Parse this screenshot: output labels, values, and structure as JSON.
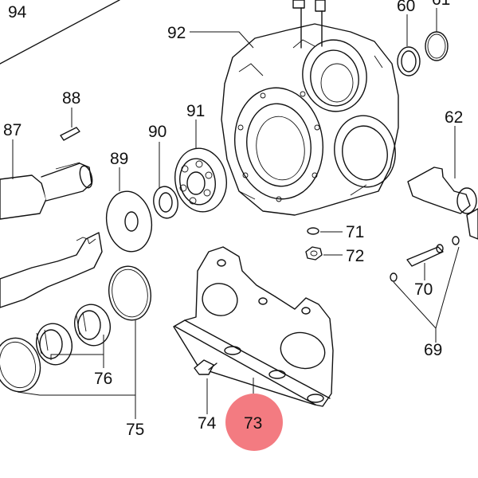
{
  "diagram": {
    "labels": {
      "p94": "94",
      "p92": "92",
      "p60": "60",
      "p61": "61",
      "p88": "88",
      "p87": "87",
      "p90": "90",
      "p91": "91",
      "p89": "89",
      "p62": "62",
      "p71": "71",
      "p72": "72",
      "p70": "70",
      "p69": "69",
      "p76": "76",
      "p74": "74",
      "p73": "73",
      "p75": "75"
    },
    "highlight": {
      "part": "73",
      "color": "#f26d73"
    }
  }
}
